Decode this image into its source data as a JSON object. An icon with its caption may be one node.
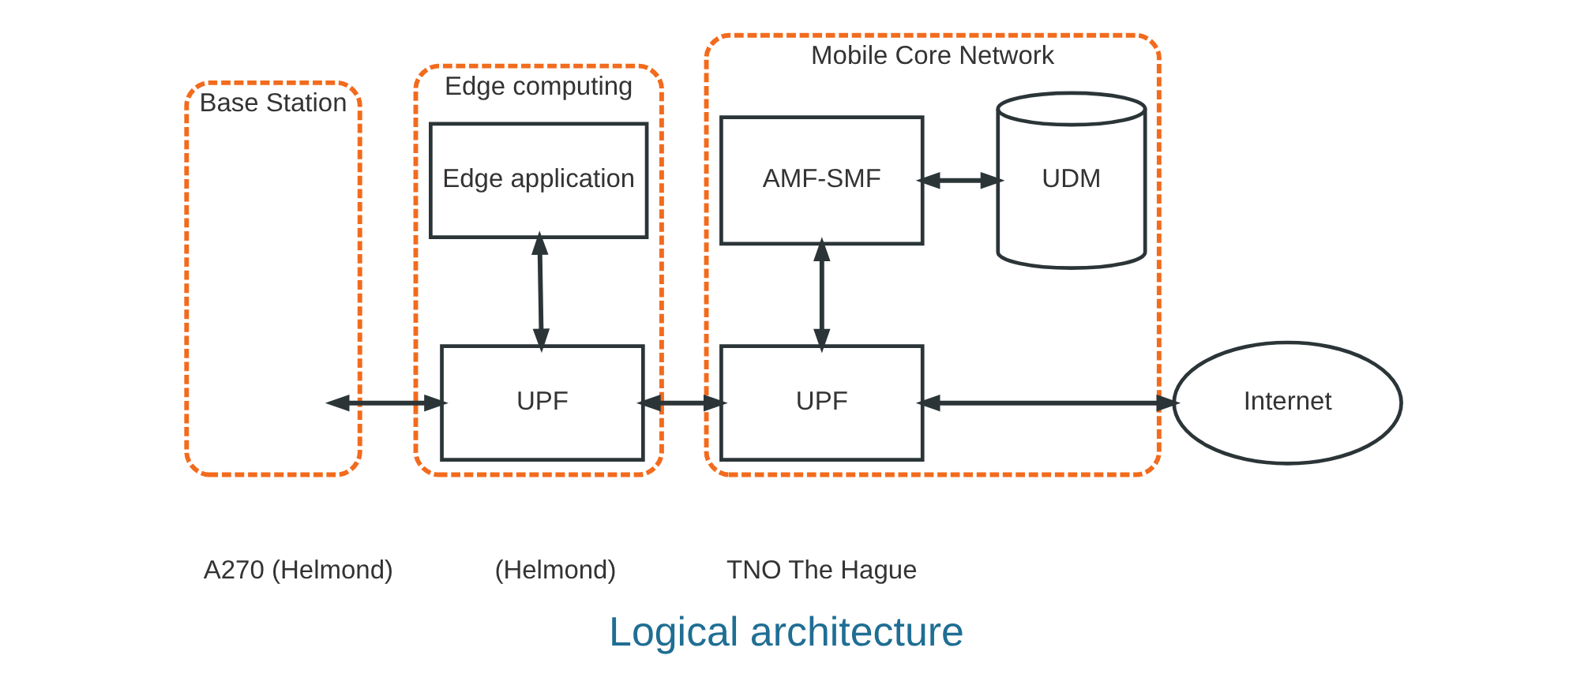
{
  "diagram": {
    "caption": "Logical architecture",
    "nodes": [
      {
        "text": [
          "Base Station"
        ],
        "beside": [
          "A270 (Helmond)"
        ]
      },
      {
        "text": [
          "Edge computing"
        ],
        "beside": [
          "(Helmond)"
        ]
      },
      {
        "text": [
          "Edge application"
        ],
        "in": 1
      },
      {
        "text": [
          "UPF"
        ],
        "in": 1
      },
      {
        "text": [
          "Mobile Core Network"
        ],
        "beside": [
          "TNO The Hague"
        ]
      },
      {
        "text": [
          "AMF-SMF"
        ],
        "in": 4
      },
      {
        "text": [
          "UDM"
        ],
        "in": 4
      },
      {
        "text": [
          "UPF"
        ],
        "in": 4
      },
      {
        "text": [
          "Internet"
        ]
      }
    ],
    "edges": [
      {
        "from": 0,
        "to": 3,
        "arrow": "both"
      },
      {
        "from": 2,
        "to": 3,
        "arrow": "both"
      },
      {
        "from": 3,
        "to": 7,
        "arrow": "both"
      },
      {
        "from": 5,
        "to": 6,
        "arrow": "both"
      },
      {
        "from": 5,
        "to": 7,
        "arrow": "both"
      },
      {
        "from": 7,
        "to": 8,
        "arrow": "both"
      }
    ]
  }
}
